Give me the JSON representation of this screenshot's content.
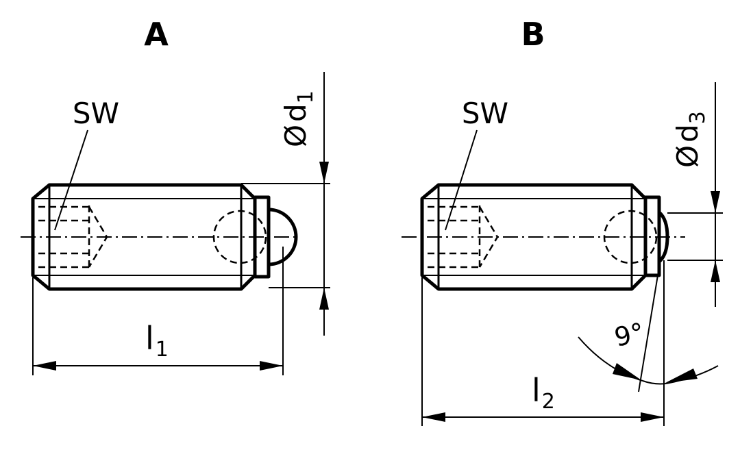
{
  "variant_a": {
    "header": "A",
    "wrench_label": "SW",
    "diameter_symbol": "Ø",
    "diameter_letter": "d",
    "diameter_subscript": "1",
    "length_letter": "l",
    "length_subscript": "1"
  },
  "variant_b": {
    "header": "B",
    "wrench_label": "SW",
    "diameter_symbol": "Ø",
    "diameter_letter": "d",
    "diameter_subscript": "3",
    "length_letter": "l",
    "length_subscript": "2",
    "angle_label": "9°"
  }
}
